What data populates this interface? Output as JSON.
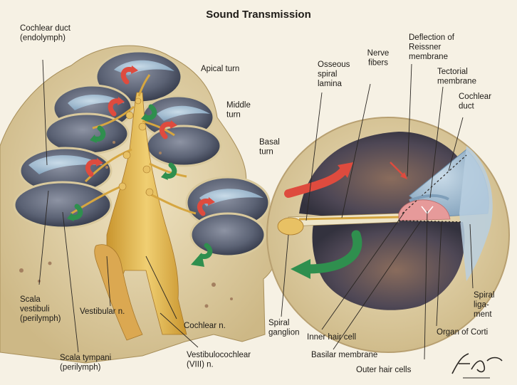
{
  "title": "Sound Transmission",
  "colors": {
    "background": "#f6f1e4",
    "bone": "#e7d8b0",
    "scala_cavity": "#5b6274",
    "cochlear_duct": "#9cb8cf",
    "nerve": "#e0b84e",
    "arrow_red": "#de4b3e",
    "arrow_green": "#2f8f4e",
    "organ_of_corti": "#e69a9a"
  },
  "labels": {
    "cochlear_duct_left": [
      "Cochlear duct",
      "(endolymph)"
    ],
    "apical_turn": [
      "Apical turn"
    ],
    "middle_turn": [
      "Middle",
      "turn"
    ],
    "basal_turn": [
      "Basal",
      "turn"
    ],
    "scala_vestibuli": [
      "Scala",
      "vestibuli",
      "(perilymph)"
    ],
    "vestibular_n": [
      "Vestibular n."
    ],
    "cochlear_n": [
      "Cochlear n."
    ],
    "scala_tympani": [
      "Scala tympani",
      "(perilymph)"
    ],
    "vestibulocochlear": [
      "Vestibulocochlear",
      "(VIII) n."
    ],
    "osseous_spiral_lamina": [
      "Osseous",
      "spiral",
      "lamina"
    ],
    "nerve_fibers": [
      "Nerve",
      "fibers"
    ],
    "deflection_reissner": [
      "Deflection of",
      "Reissner",
      "membrane"
    ],
    "tectorial_membrane": [
      "Tectorial",
      "membrane"
    ],
    "cochlear_duct_right": [
      "Cochlear",
      "duct"
    ],
    "spiral_ganglion": [
      "Spiral",
      "ganglion"
    ],
    "inner_hair_cell": [
      "Inner hair cell"
    ],
    "basilar_membrane": [
      "Basilar membrane"
    ],
    "outer_hair_cells": [
      "Outer hair cells"
    ],
    "organ_of_corti": [
      "Organ of Corti"
    ],
    "spiral_ligament": [
      "Spiral",
      "liga-",
      "ment"
    ]
  },
  "signature": "F. Netter M.D."
}
